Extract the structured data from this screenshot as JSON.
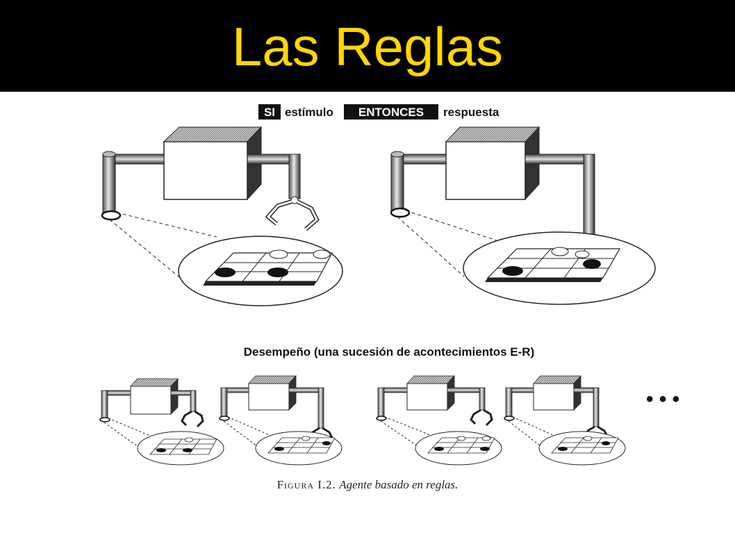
{
  "slide": {
    "title": "Las Reglas",
    "title_color": "#ffd700",
    "title_bar_color": "#000000"
  },
  "figure": {
    "rule_si": "SI",
    "rule_estimulo": "estímulo",
    "rule_entonces": "ENTONCES",
    "rule_respuesta": "respuesta",
    "performance_label": "Desempeño (una sucesión de acontecimientos E-R)",
    "ellipsis": "• • •",
    "caption_figure": "Figura I.2.",
    "caption_text": "Agente basado en reglas."
  }
}
